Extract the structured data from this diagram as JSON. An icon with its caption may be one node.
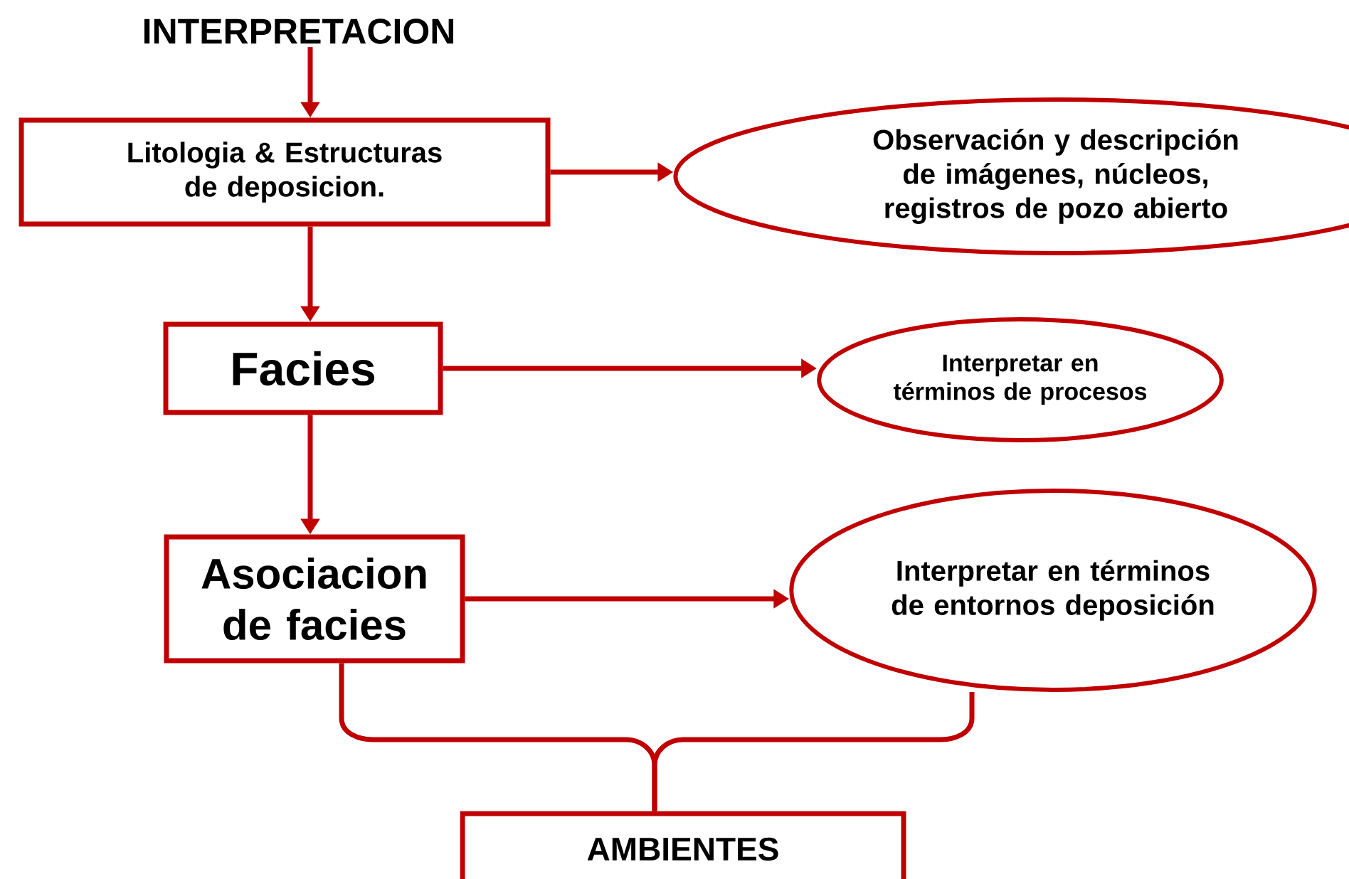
{
  "diagram": {
    "nodes": [
      {
        "text": [
          "INTERPRETACION"
        ]
      },
      {
        "text": [
          "Litologia & Estructuras de deposicion."
        ]
      },
      {
        "text": [
          "Observación y descripción de imágenes, núcleos, registros de pozo abierto"
        ]
      },
      {
        "text": [
          "Facies"
        ]
      },
      {
        "text": [
          "Interpretar en términos de procesos"
        ]
      },
      {
        "text": [
          "Asociacion de facies"
        ]
      },
      {
        "text": [
          "Interpretar en términos de entornos deposición"
        ]
      },
      {
        "text": [
          "AMBIENTES"
        ]
      }
    ],
    "edges": [
      {
        "from": 0,
        "to": 1,
        "arrow": "to"
      },
      {
        "from": 1,
        "to": 2,
        "arrow": "to"
      },
      {
        "from": 1,
        "to": 3,
        "arrow": "to"
      },
      {
        "from": 3,
        "to": 4,
        "arrow": "to"
      },
      {
        "from": 3,
        "to": 5,
        "arrow": "to"
      },
      {
        "from": 5,
        "to": 6,
        "arrow": "to"
      },
      {
        "from": 5,
        "to": 7,
        "arrow": "none"
      },
      {
        "from": 6,
        "to": 7,
        "arrow": "none"
      }
    ]
  }
}
